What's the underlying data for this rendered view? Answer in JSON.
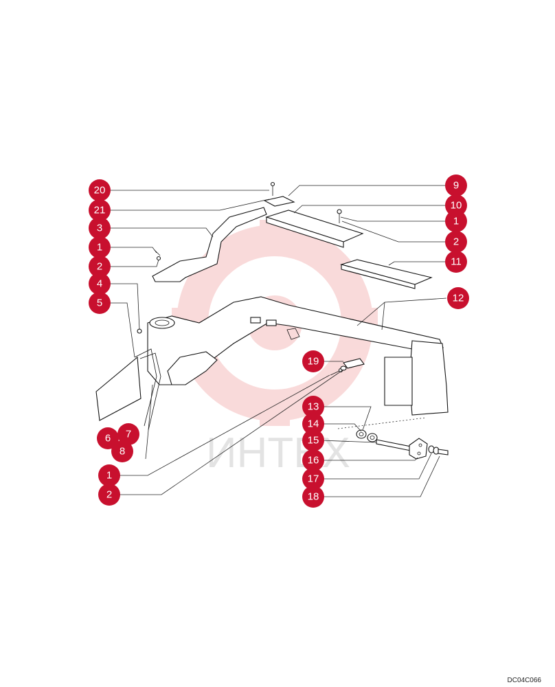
{
  "drawing_code": "DC04C066",
  "watermark_text": "ИНТЕХ",
  "callout_color": "#c8102e",
  "callouts": [
    {
      "id": "c20",
      "label": "20"
    },
    {
      "id": "c21",
      "label": "21"
    },
    {
      "id": "c3",
      "label": "3"
    },
    {
      "id": "c1a",
      "label": "1"
    },
    {
      "id": "c2a",
      "label": "2"
    },
    {
      "id": "c4",
      "label": "4"
    },
    {
      "id": "c5",
      "label": "5"
    },
    {
      "id": "c6",
      "label": "6"
    },
    {
      "id": "c7",
      "label": "7"
    },
    {
      "id": "c8",
      "label": "8"
    },
    {
      "id": "c1b",
      "label": "1"
    },
    {
      "id": "c2b",
      "label": "2"
    },
    {
      "id": "c9",
      "label": "9"
    },
    {
      "id": "c10",
      "label": "10"
    },
    {
      "id": "c1c",
      "label": "1"
    },
    {
      "id": "c2c",
      "label": "2"
    },
    {
      "id": "c11",
      "label": "11"
    },
    {
      "id": "c12",
      "label": "12"
    },
    {
      "id": "c19",
      "label": "19"
    },
    {
      "id": "c13",
      "label": "13"
    },
    {
      "id": "c14",
      "label": "14"
    },
    {
      "id": "c15",
      "label": "15"
    },
    {
      "id": "c16",
      "label": "16"
    },
    {
      "id": "c17",
      "label": "17"
    },
    {
      "id": "c18",
      "label": "18"
    }
  ]
}
